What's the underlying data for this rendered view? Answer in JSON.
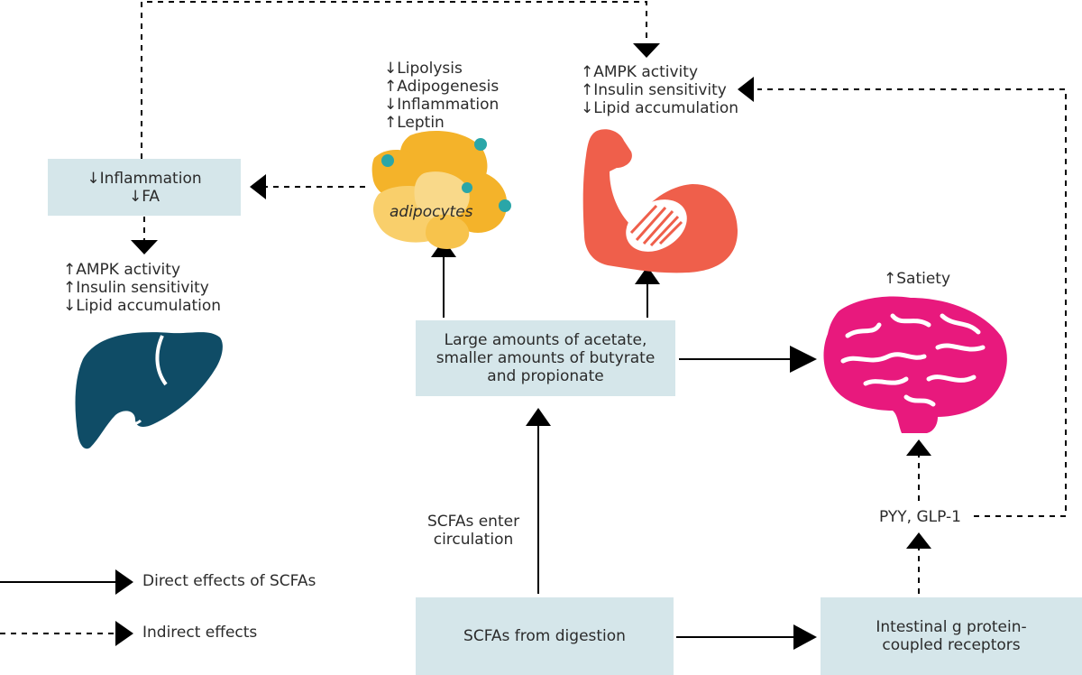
{
  "boxes": {
    "liver_box_lines": [
      "↓Inflammation",
      "↓FA"
    ],
    "circulation_box": "Large amounts of acetate, smaller amounts of butyrate and propionate",
    "digestion_box": "SCFAs from digestion",
    "receptors_box": "Intestinal g protein-coupled receptors"
  },
  "labels": {
    "adipocyte_effects": [
      "↓Lipolysis",
      "↑Adipogenesis",
      "↓Inflammation",
      "↑Leptin"
    ],
    "muscle_effects": [
      "↑AMPK activity",
      "↑Insulin sensitivity",
      "↓Lipid accumulation"
    ],
    "liver_effects": [
      "↑AMPK activity",
      "↑Insulin sensitivity",
      "↓Lipid accumulation"
    ],
    "satiety": "↑Satiety",
    "adipocytes": "adipocytes",
    "scfa_enter": "SCFAs enter circulation",
    "hormones": "PYY, GLP-1"
  },
  "legend": {
    "direct": "Direct effects of SCFAs",
    "indirect": "Indirect effects"
  },
  "colors": {
    "box_fill": "#d5e6ea",
    "liver": "#0f4c66",
    "muscle": "#ef5f4b",
    "brain": "#e8197d",
    "adipocyte_dark": "#f4b32a",
    "adipocyte_light": "#f9cf6b",
    "adipocyte_nucleus": "#2aa6a8",
    "arrow": "#000000"
  },
  "icons": [
    "liver-icon",
    "muscle-icon",
    "brain-icon",
    "adipocytes-icon"
  ]
}
